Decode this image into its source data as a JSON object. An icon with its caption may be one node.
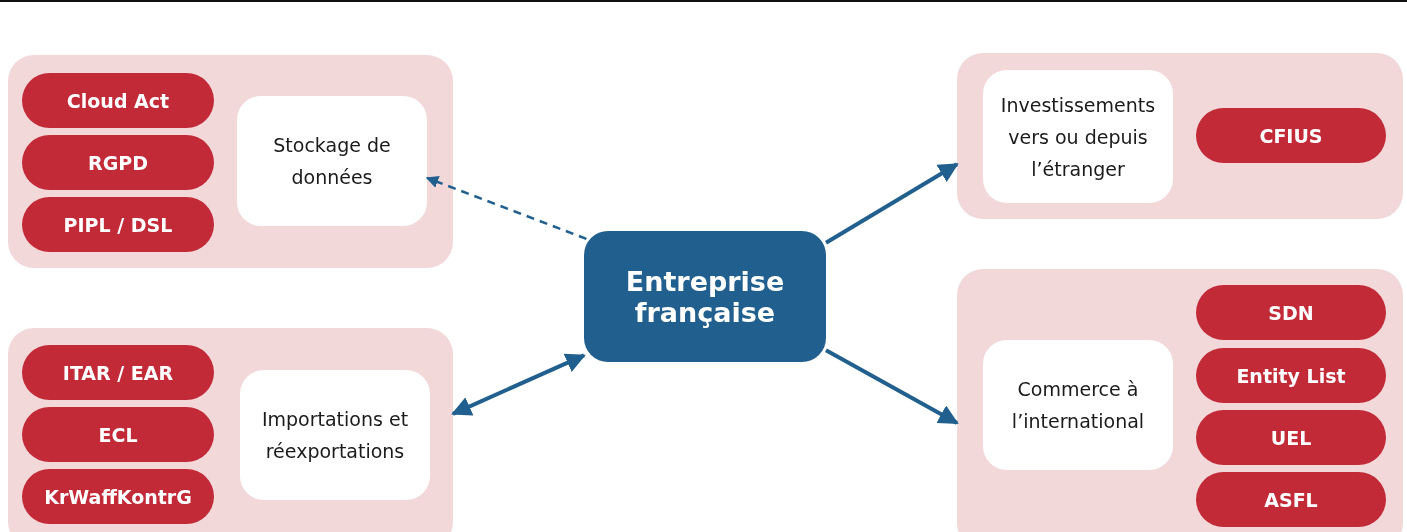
{
  "diagram": {
    "nodes": [
      {
        "text": [],
        "shape": "box"
      },
      {
        "text": [
          "Cloud Act"
        ],
        "in": 0
      },
      {
        "text": [
          "RGPD"
        ],
        "in": 0
      },
      {
        "text": [
          "PIPL / DSL"
        ],
        "in": 0
      },
      {
        "text": [
          "Stockage de données"
        ],
        "in": 0
      },
      {
        "text": [],
        "shape": "box"
      },
      {
        "text": [
          "Investissements vers ou depuis l’étranger"
        ],
        "in": 5
      },
      {
        "text": [
          "CFIUS"
        ],
        "in": 5
      },
      {
        "text": [
          "Entreprise française"
        ]
      },
      {
        "text": [],
        "shape": "box"
      },
      {
        "text": [
          "ITAR / EAR"
        ],
        "in": 9
      },
      {
        "text": [
          "ECL"
        ],
        "in": 9
      },
      {
        "text": [
          "KrWaffKontrG"
        ],
        "in": 9
      },
      {
        "text": [
          "Importations et réexportations"
        ],
        "in": 9
      },
      {
        "text": [],
        "shape": "box"
      },
      {
        "text": [
          "Commerce à l’international"
        ],
        "in": 14
      },
      {
        "text": [
          "SDN"
        ],
        "in": 14
      },
      {
        "text": [
          "Entity List"
        ],
        "in": 14
      },
      {
        "text": [
          "UEL"
        ],
        "in": 14
      },
      {
        "text": [
          "ASFL"
        ],
        "in": 14
      }
    ],
    "edges": [
      {
        "from": 8,
        "to": 4,
        "arrow": "to",
        "style": "dashed"
      },
      {
        "from": 8,
        "to": 5,
        "arrow": "to"
      },
      {
        "from": 8,
        "to": 9,
        "arrow": "both"
      },
      {
        "from": 8,
        "to": 14,
        "arrow": "to"
      }
    ]
  }
}
